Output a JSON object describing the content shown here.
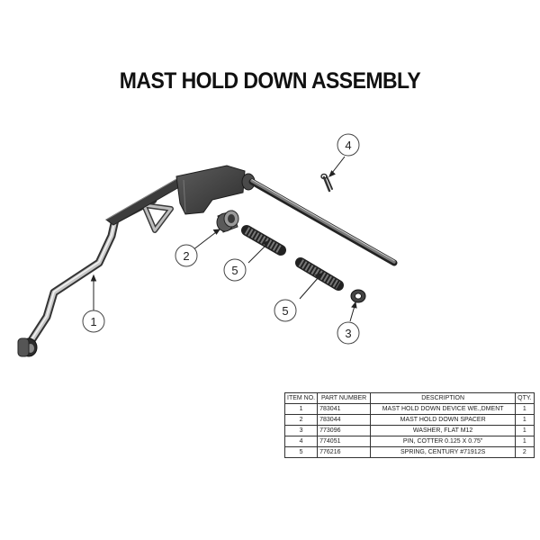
{
  "title": "MAST HOLD DOWN ASSEMBLY",
  "callouts": [
    "1",
    "2",
    "3",
    "4",
    "5",
    "5"
  ],
  "bom": {
    "headers": [
      "ITEM NO.",
      "PART NUMBER",
      "DESCRIPTION",
      "QTY."
    ],
    "rows": [
      [
        "1",
        "783041",
        "MAST HOLD DOWN DEVICE WE.,DMENT",
        "1"
      ],
      [
        "2",
        "783044",
        "MAST HOLD DOWN SPACER",
        "1"
      ],
      [
        "3",
        "773096",
        "WASHER, FLAT M12",
        "1"
      ],
      [
        "4",
        "774051",
        "PIN, COTTER 0.125 X 0.75\"",
        "1"
      ],
      [
        "5",
        "776216",
        "SPRING, CENTURY #71912S",
        "2"
      ]
    ]
  }
}
